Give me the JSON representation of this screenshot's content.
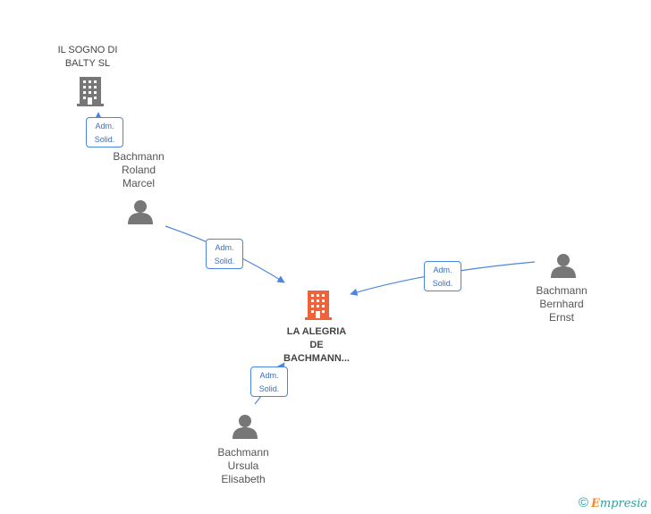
{
  "nodes": {
    "main_company": {
      "lines": [
        "LA ALEGRIA",
        "DE",
        "BACHMANN..."
      ],
      "icon": "building-icon",
      "color": "#f0623a"
    },
    "other_company": {
      "lines": [
        "IL SOGNO DI",
        "BALTY SL"
      ],
      "icon": "building-icon",
      "color": "#777777"
    },
    "person_roland": {
      "lines": [
        "Bachmann",
        "Roland",
        "Marcel"
      ],
      "icon": "person-icon"
    },
    "person_bernhard": {
      "lines": [
        "Bachmann",
        "Bernhard",
        "Ernst"
      ],
      "icon": "person-icon"
    },
    "person_ursula": {
      "lines": [
        "Bachmann",
        "Ursula",
        "Elisabeth"
      ],
      "icon": "person-icon"
    }
  },
  "edges": [
    {
      "from": "person_roland",
      "to": "other_company",
      "role_line1": "Adm.",
      "role_line2": "Solid."
    },
    {
      "from": "person_roland",
      "to": "main_company",
      "role_line1": "Adm.",
      "role_line2": "Solid."
    },
    {
      "from": "person_bernhard",
      "to": "main_company",
      "role_line1": "Adm.",
      "role_line2": "Solid."
    },
    {
      "from": "person_ursula",
      "to": "main_company",
      "role_line1": "Adm.",
      "role_line2": "Solid."
    }
  ],
  "colors": {
    "edge": "#4a86e0",
    "person": "#777777"
  },
  "footer": {
    "copyright_symbol": "©",
    "brand_first": "E",
    "brand_rest": "mpresia"
  }
}
